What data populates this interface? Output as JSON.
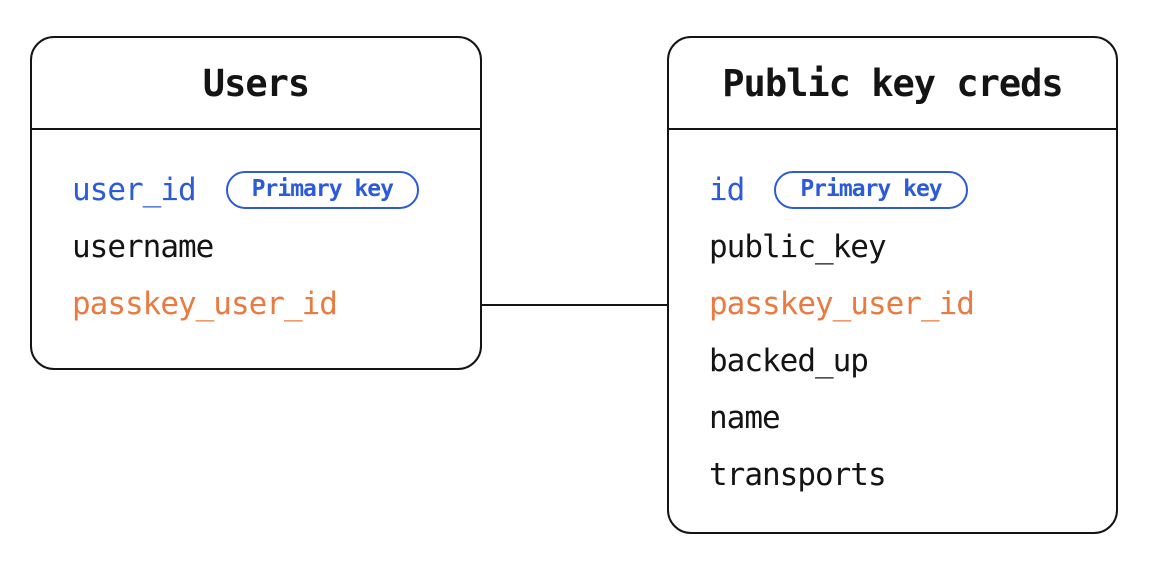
{
  "diagram": {
    "type": "entity-relationship",
    "colors": {
      "primary_key_blue": "#2b5bd8",
      "foreign_key_orange": "#e97a41",
      "line_black": "#141414",
      "background": "#ffffff"
    },
    "tables": [
      {
        "title": "Users",
        "fields": [
          {
            "name": "user_id",
            "role": "primary",
            "badge": "Primary key"
          },
          {
            "name": "username",
            "role": "normal"
          },
          {
            "name": "passkey_user_id",
            "role": "foreign"
          }
        ]
      },
      {
        "title": "Public key creds",
        "fields": [
          {
            "name": "id",
            "role": "primary",
            "badge": "Primary key"
          },
          {
            "name": "public_key",
            "role": "normal"
          },
          {
            "name": "passkey_user_id",
            "role": "foreign"
          },
          {
            "name": "backed_up",
            "role": "normal"
          },
          {
            "name": "name",
            "role": "normal"
          },
          {
            "name": "transports",
            "role": "normal"
          }
        ]
      }
    ],
    "relationship": {
      "from_table": "Users",
      "from_field": "passkey_user_id",
      "to_table": "Public key creds",
      "to_field": "passkey_user_id"
    }
  }
}
